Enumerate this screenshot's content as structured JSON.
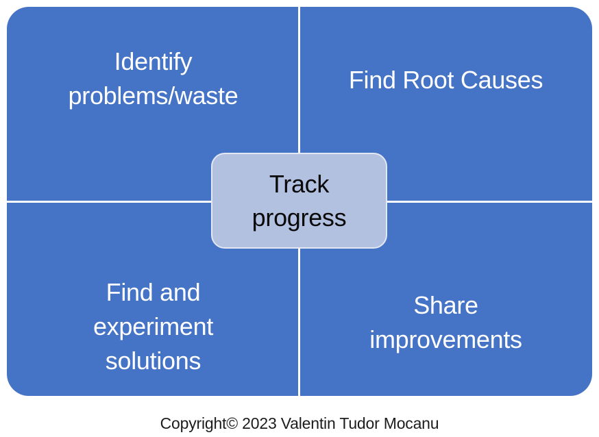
{
  "diagram": {
    "type": "quadrant-matrix",
    "quadrants": [
      {
        "position": "top-left",
        "label": "Identify\nproblems/waste"
      },
      {
        "position": "top-right",
        "label": "Find Root Causes"
      },
      {
        "position": "bottom-left",
        "label": "Find and\nexperiment\nsolutions"
      },
      {
        "position": "bottom-right",
        "label": "Share\nimprovements"
      }
    ],
    "center": {
      "label": "Track\nprogress"
    }
  },
  "footer": {
    "copyright": "Copyright© 2023 Valentin Tudor Mocanu"
  },
  "colors": {
    "quadrant_fill": "#4573C5",
    "quadrant_text": "#FFFFFF",
    "center_fill": "#B3C1E0",
    "center_border": "#E3E8F3",
    "center_text": "#0A0A0A",
    "divider": "#FFFFFF",
    "background": "#FFFFFF",
    "copyright_text": "#1C1C1C"
  }
}
